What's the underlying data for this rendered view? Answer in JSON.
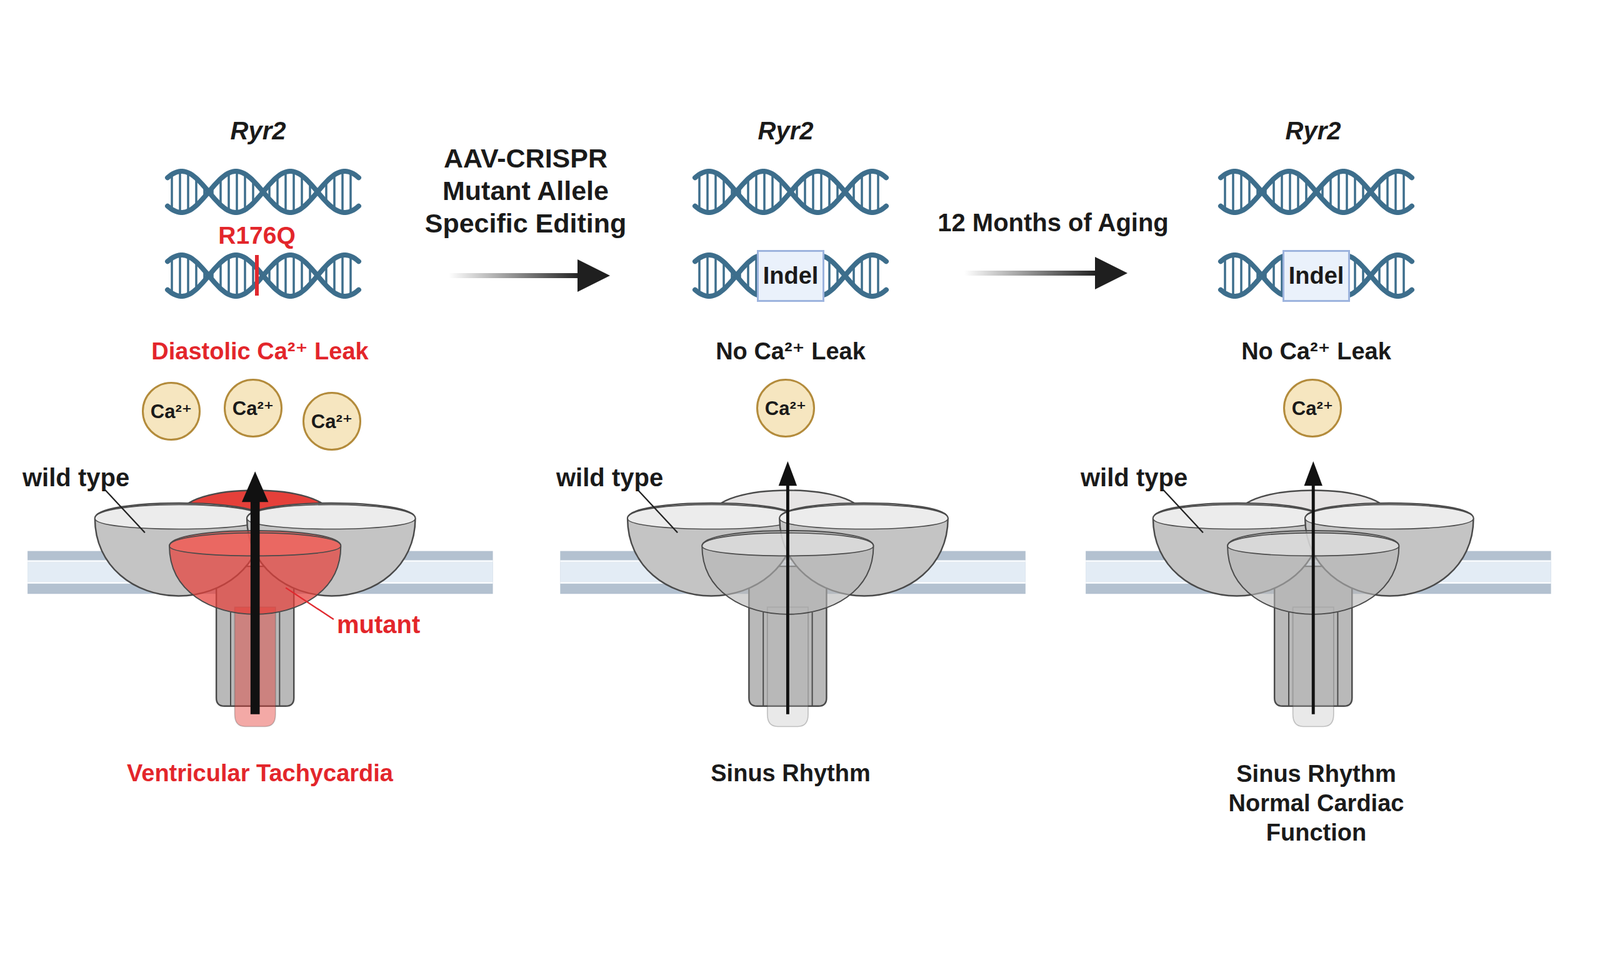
{
  "diagram": {
    "nodes": [
      {
        "text": [
          "Ca²⁺"
        ]
      },
      {
        "text": [
          "Ca²⁺"
        ]
      },
      {
        "text": [
          "Ca²⁺"
        ]
      },
      {
        "text": [
          "Indel"
        ]
      },
      {
        "text": [
          "Ca²⁺"
        ]
      },
      {
        "text": [
          "Indel"
        ]
      },
      {
        "text": [
          "Ca²⁺"
        ]
      }
    ],
    "labels": [
      "Ryr2",
      "R176Q",
      "Diastolic Ca²⁺ Leak",
      "wild type",
      "mutant",
      "Ventricular Tachycardia",
      "AAV-CRISPR Mutant Allele Specific Editing",
      "Ryr2",
      "No Ca²⁺ Leak",
      "wild type",
      "Sinus Rhythm",
      "12 Months of Aging",
      "Ryr2",
      "No Ca²⁺ Leak",
      "wild type",
      "Sinus Rhythm Normal Cardiac Function"
    ]
  }
}
